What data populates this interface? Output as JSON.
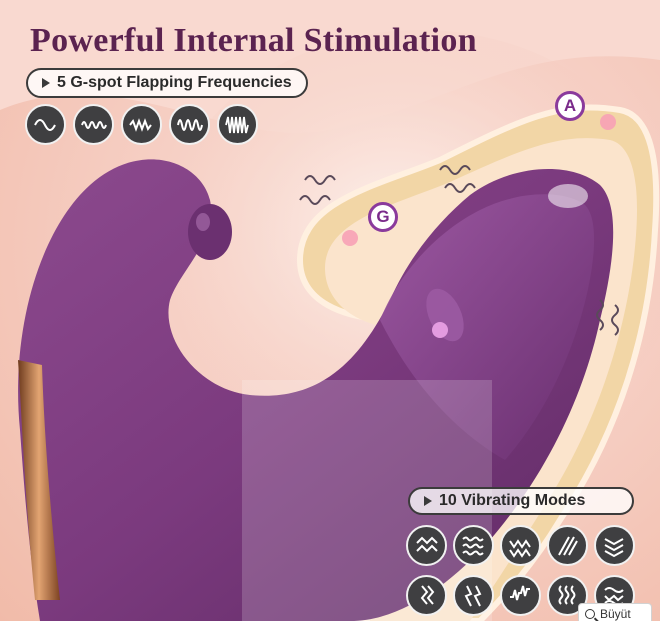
{
  "headline": "Powerful Internal Stimulation",
  "gspot_label": "5 G-spot Flapping Frequencies",
  "vibration_label": "10 Vibrating Modes",
  "zone_a_label": "A",
  "zone_g_label": "G",
  "magnify_label": "Büyüt",
  "colors": {
    "headline": "#5b2350",
    "device": "#7b3a7e",
    "icon_bg": "#3f3f41",
    "badge_border": "#8a3a9c"
  },
  "gspot_icons": [
    "single-wave-icon",
    "dense-wave-icon",
    "pulse-wave-icon",
    "tall-wave-icon",
    "burst-wave-icon"
  ],
  "vibration_icons": [
    "double-zigzag-icon",
    "triple-wave-icon",
    "zigzag-wave-icon",
    "diagonal-stripes-icon",
    "chevron-stack-icon",
    "lightning-zigzag-icon",
    "flash-pair-icon",
    "spike-wave-icon",
    "vertical-waves-icon",
    "rippled-zigzag-icon"
  ]
}
